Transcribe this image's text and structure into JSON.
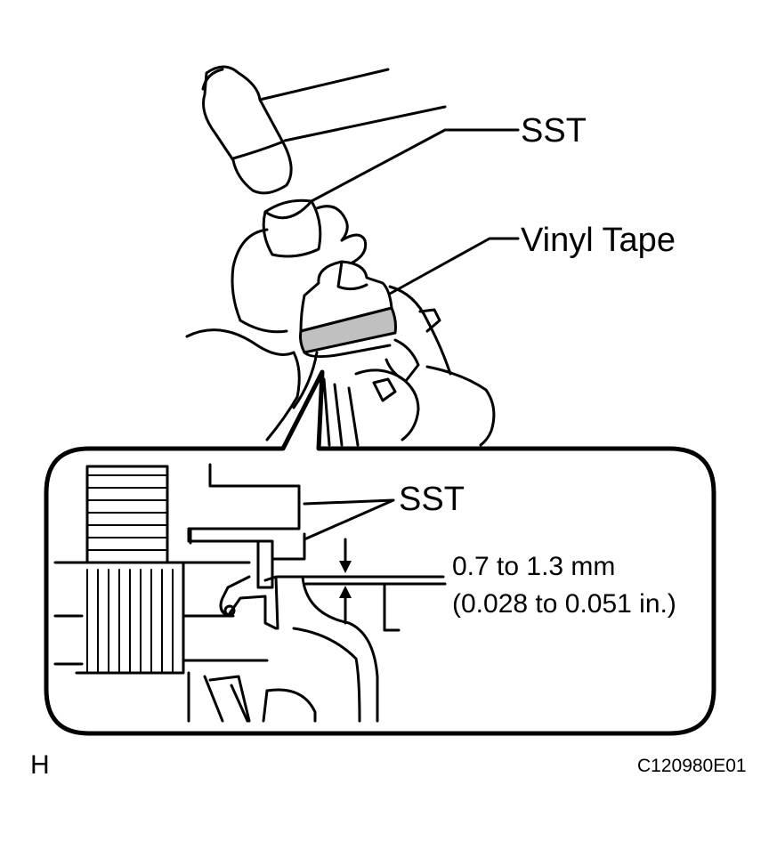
{
  "callouts": {
    "sst_top": "SST",
    "vinyl_tape": "Vinyl Tape",
    "sst_inset": "SST"
  },
  "measurement": {
    "metric": "0.7 to 1.3 mm",
    "imperial": "(0.028 to 0.051 in.)"
  },
  "corner_letter": "H",
  "figure_code": "C120980E01"
}
